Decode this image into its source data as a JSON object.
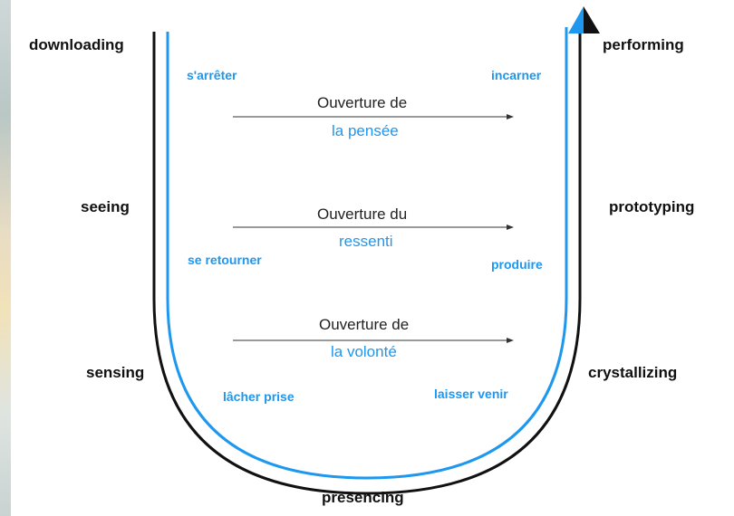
{
  "colors": {
    "blue": "#1e97ef",
    "black": "#111111",
    "text": "#222222"
  },
  "stages_left": [
    "downloading",
    "seeing",
    "sensing"
  ],
  "stage_bottom": "presencing",
  "stages_right": [
    "crystallizing",
    "prototyping",
    "performing"
  ],
  "steps_left": [
    "s'arrêter",
    "se retourner",
    "lâcher prise"
  ],
  "steps_right": [
    "laisser venir",
    "produire",
    "incarner"
  ],
  "openings": [
    {
      "line1": "Ouverture de",
      "line2": "la pensée"
    },
    {
      "line1": "Ouverture du",
      "line2": "ressenti"
    },
    {
      "line1": "Ouverture de",
      "line2": "la volonté"
    }
  ]
}
